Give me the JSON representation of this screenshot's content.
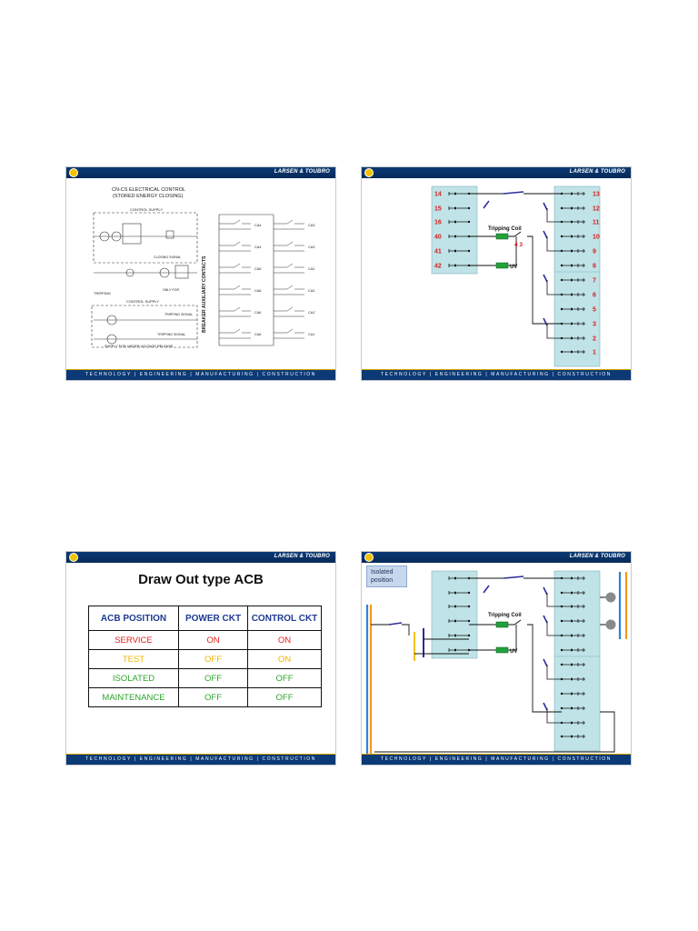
{
  "header": {
    "brand": "LARSEN & TOUBRO"
  },
  "footer": {
    "tagline": "TECHNOLOGY  |  ENGINEERING  |  MANUFACTURING  |  CONSTRUCTION"
  },
  "slide1": {
    "title_line1": "CN-CS ELECTRICAL CONTROL",
    "title_line2": "(STORED ENERGY CLOSING)",
    "control_supply": "CONTROL SUPPLY",
    "control_supply2": "CONTROL SUPPLY",
    "closing_signal": "CLOSING SIGNAL",
    "tripping": "TRIPPING",
    "only_for": "ONLY FOR",
    "tripping_signal": "TRIPPING SIGNAL",
    "tripping_signal2": "TRIPPING SIGNAL",
    "supply_uv": "SUPPLY FOR UNDER-VOLTAGE RELEASE",
    "vertical_label": "BREAKER AUXILIARY CONTACTS",
    "contacts": [
      "CA4",
      "CA4",
      "CA5",
      "CA6",
      "CA6",
      "CA6"
    ],
    "right_contacts": [
      "CA3",
      "CA3",
      "CA2",
      "CA2",
      "CA1'",
      "CA1"
    ]
  },
  "slide2": {
    "left_numbers": [
      "14",
      "15",
      "16",
      "40",
      "41",
      "42"
    ],
    "right_numbers": [
      "13",
      "12",
      "11",
      "10",
      "9",
      "8",
      "7",
      "6",
      "5",
      "3",
      "2",
      "1"
    ],
    "tripping_coil": "Tripping Coil",
    "tc_nums": "4   3",
    "uv": "UV"
  },
  "slide3": {
    "title": "Draw Out type ACB",
    "columns": [
      "ACB  POSITION",
      "POWER CKT",
      "CONTROL CKT"
    ],
    "rows": [
      {
        "position": "SERVICE",
        "power": "ON",
        "control": "ON",
        "color": "#e8201a"
      },
      {
        "position": "TEST",
        "power": "OFF",
        "control": "ON",
        "color": "#f2b600"
      },
      {
        "position": "ISOLATED",
        "power": "OFF",
        "control": "OFF",
        "color": "#2ea52e"
      },
      {
        "position": "MAINTENANCE",
        "power": "OFF",
        "control": "OFF",
        "color": "#2ea52e"
      }
    ]
  },
  "slide4": {
    "isolated_line1": "Isolated",
    "isolated_line2": "position",
    "tripping_coil": "Tripping Coil",
    "uv": "UV"
  },
  "colors": {
    "header_blue": "#0b3a76",
    "panel_teal": "#bfe3e7",
    "number_red": "#d81e1e",
    "coil_green": "#21a13a"
  }
}
